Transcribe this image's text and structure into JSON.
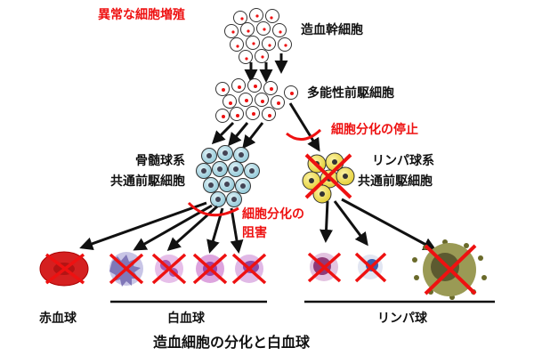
{
  "title": "造血細胞の分化と白血球",
  "annotations": {
    "abnormal_growth": "異常な細胞増殖",
    "diff_stop": "細胞分化の停止",
    "diff_block_1": "細胞分化の",
    "diff_block_2": "阻害"
  },
  "cells": {
    "stem": "造血幹細胞",
    "multipotent": "多能性前駆細胞",
    "myeloid_1": "骨髄球系",
    "myeloid_2": "共通前駆細胞",
    "lymphoid_1": "リンパ球系",
    "lymphoid_2": "共通前駆細胞"
  },
  "outputs": {
    "rbc": "赤血球",
    "wbc": "白血球",
    "lymphocyte": "リンパ球"
  },
  "colors": {
    "accent_red": "#e11111",
    "myeloid_cell": "#a9d6e0",
    "lymphoid_cell": "#f2e35a"
  }
}
